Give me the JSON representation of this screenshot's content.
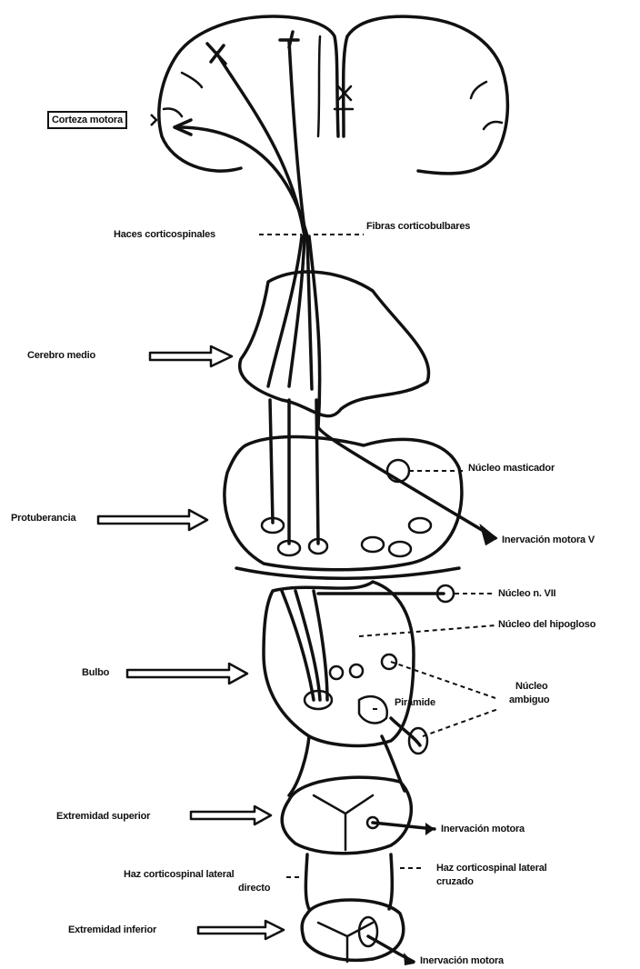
{
  "labels": {
    "corteza_motora": "Corteza motora",
    "haces_corticospinales": "Haces corticospinales",
    "fibras_corticobulbares": "Fibras corticobulbares",
    "cerebro_medio": "Cerebro medio",
    "nucleo_masticador": "Núcleo masticador",
    "protuberancia": "Protuberancia",
    "inervacion_motora_v": "Inervación motora V",
    "nucleo_n_vii": "Núcleo n. VII",
    "nucleo_hipogloso": "Núcleo del hipogloso",
    "bulbo": "Bulbo",
    "nucleo_ambiguo_1": "Núcleo",
    "nucleo_ambiguo_2": "ambiguo",
    "piramide": "Pirámide",
    "extremidad_superior": "Extremidad superior",
    "inervacion_motora": "Inervación motora",
    "haz_directo_1": "Haz corticospinal lateral",
    "haz_directo_2": "directo",
    "haz_cruzado_1": "Haz corticospinal lateral",
    "haz_cruzado_2": "cruzado",
    "extremidad_inferior": "Extremidad inferior",
    "inervacion_motora_final": "Inervación motora"
  }
}
